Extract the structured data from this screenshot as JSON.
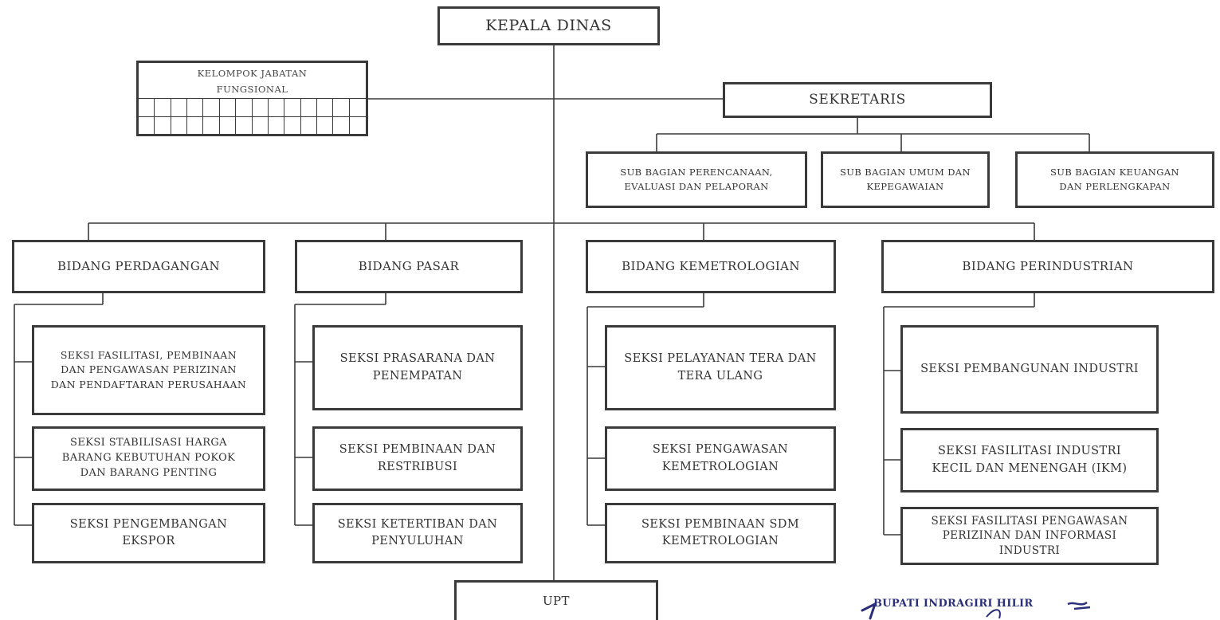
{
  "head": {
    "kepala_dinas": "KEPALA DINAS",
    "sekretaris": "SEKRETARIS",
    "upt": "UPT"
  },
  "fungsional": {
    "title_line1": "KELOMPOK JABATAN",
    "title_line2": "FUNGSIONAL"
  },
  "sub_bagian": [
    {
      "line1": "SUB BAGIAN  PERENCANAAN,",
      "line2": "EVALUASI DAN PELAPORAN"
    },
    {
      "line1": "SUB BAGIAN UMUM DAN",
      "line2": "KEPEGAWAIAN"
    },
    {
      "line1": "SUB BAGIAN KEUANGAN",
      "line2": "DAN PERLENGKAPAN"
    }
  ],
  "bidang": [
    {
      "name": "BIDANG PERDAGANGAN",
      "seksi": [
        [
          "SEKSI FASILITASI, PEMBINAAN",
          "DAN PENGAWASAN PERIZINAN",
          "DAN PENDAFTARAN PERUSAHAAN"
        ],
        [
          "SEKSI STABILISASI HARGA",
          "BARANG KEBUTUHAN POKOK",
          "DAN BARANG PENTING"
        ],
        [
          "SEKSI PENGEMBANGAN",
          "EKSPOR"
        ]
      ]
    },
    {
      "name": "BIDANG PASAR",
      "seksi": [
        [
          "SEKSI PRASARANA DAN",
          "PENEMPATAN"
        ],
        [
          "SEKSI PEMBINAAN DAN",
          "RESTRIBUSI"
        ],
        [
          "SEKSI KETERTIBAN DAN",
          "PENYULUHAN"
        ]
      ]
    },
    {
      "name": "BIDANG KEMETROLOGIAN",
      "seksi": [
        [
          "SEKSI PELAYANAN TERA DAN",
          "TERA ULANG"
        ],
        [
          "SEKSI PENGAWASAN",
          "KEMETROLOGIAN"
        ],
        [
          "SEKSI PEMBINAAN SDM",
          "KEMETROLOGIAN"
        ]
      ]
    },
    {
      "name": "BIDANG PERINDUSTRIAN",
      "seksi": [
        [
          "SEKSI PEMBANGUNAN INDUSTRI"
        ],
        [
          "SEKSI FASILITASI INDUSTRI",
          "KECIL DAN MENENGAH (IKM)"
        ],
        [
          "SEKSI FASILITASI PENGAWASAN",
          "PERIZINAN DAN INFORMASI",
          "INDUSTRI"
        ]
      ]
    }
  ],
  "signature": {
    "text": "BUPATI INDRAGIRI HILIR",
    "ink_color": "#2b2f7a"
  },
  "colors": {
    "line": "#3a3a3a",
    "box_border": "#3a3a3a",
    "background": "#ffffff"
  }
}
